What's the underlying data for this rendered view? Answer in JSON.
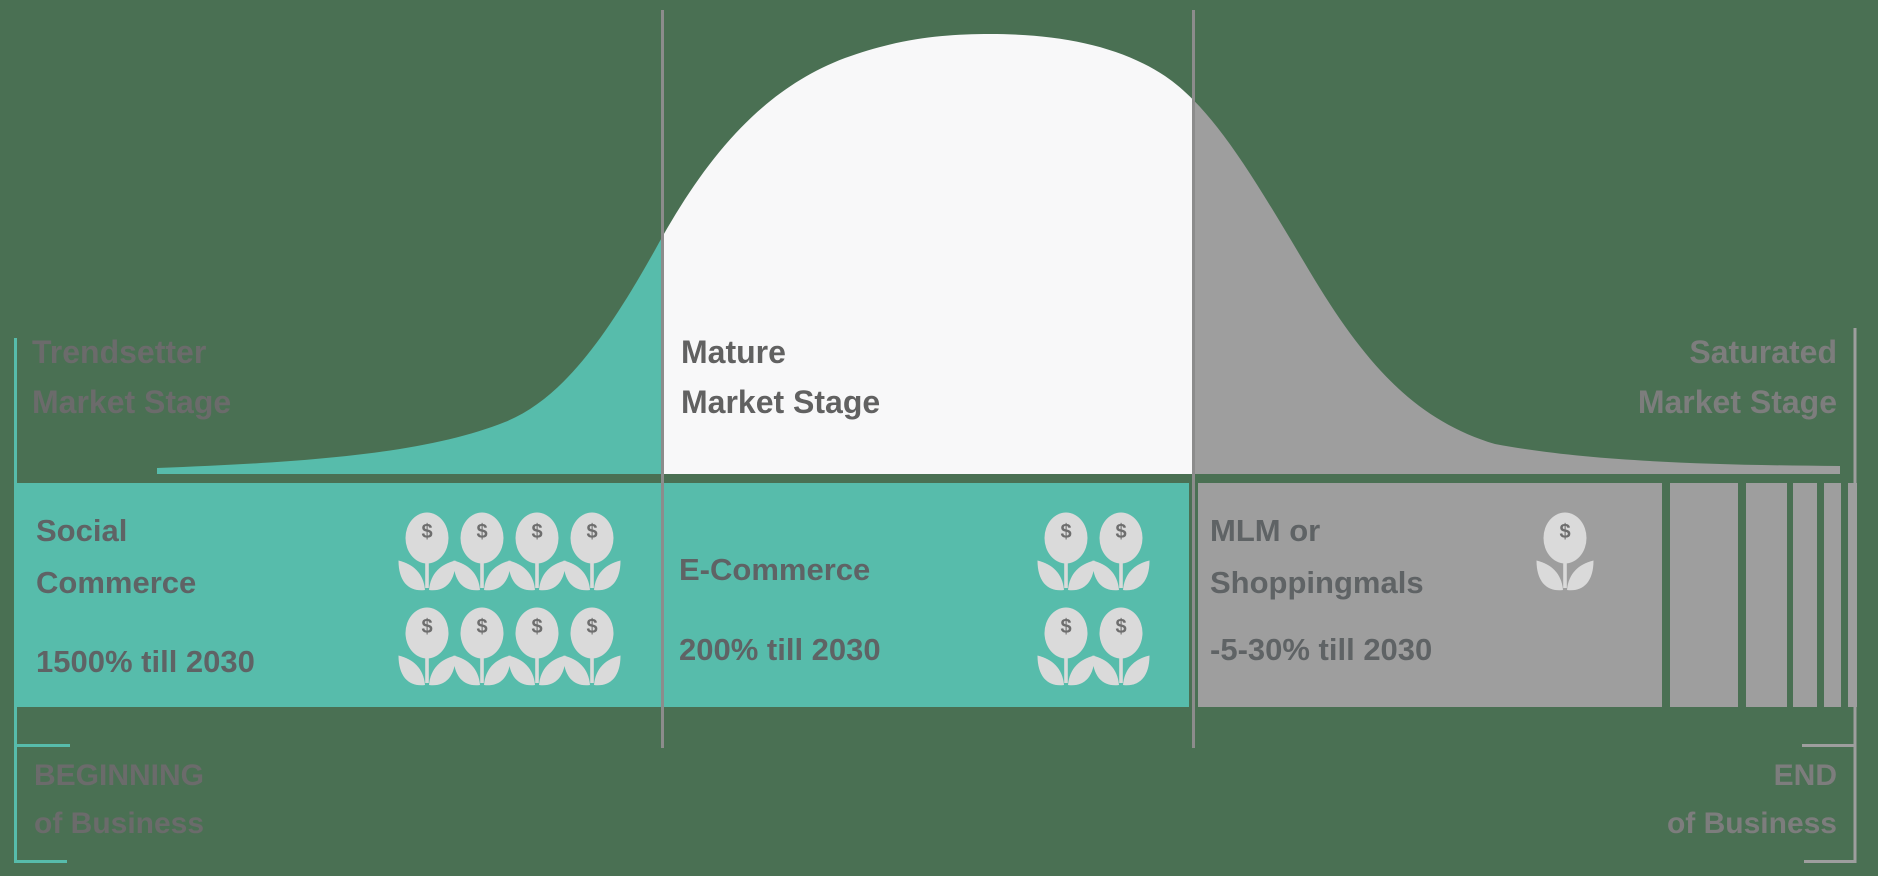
{
  "colors": {
    "background": "#4a7053",
    "teal": "#57bcab",
    "white_curve": "#f8f8f9",
    "gray": "#9e9e9e",
    "flower": "#dadada",
    "dollar": "#6e6e6e",
    "divider": "#8c8c8c",
    "text_dark": "#5f6365",
    "text_left": "#6b6b6b",
    "text_right": "#7d7d7d",
    "text_mature": "#616161"
  },
  "stages": [
    {
      "id": "trendsetter",
      "label_line1": "Trendsetter",
      "label_line2": "Market Stage"
    },
    {
      "id": "mature",
      "label_line1": "Mature",
      "label_line2": "Market Stage"
    },
    {
      "id": "saturated",
      "label_line1": "Saturated",
      "label_line2": "Market Stage"
    }
  ],
  "sections": [
    {
      "id": "social-commerce",
      "title_line1": "Social",
      "title_line2": "Commerce",
      "growth": "1500% till 2030",
      "flowers": {
        "rows": 2,
        "cols": 4
      }
    },
    {
      "id": "e-commerce",
      "title_line1": "E-Commerce",
      "title_line2": "",
      "growth": "200% till 2030",
      "flowers": {
        "rows": 2,
        "cols": 2
      }
    },
    {
      "id": "mlm",
      "title_line1": "MLM or",
      "title_line2": "Shoppingmals",
      "growth": "-5-30% till 2030",
      "flowers": {
        "rows": 1,
        "cols": 1
      }
    }
  ],
  "timeline": {
    "start_line1": "BEGINNING",
    "start_line2": "of Business",
    "end_line1": "END",
    "end_line2": "of Business"
  },
  "flower_symbol": "$"
}
